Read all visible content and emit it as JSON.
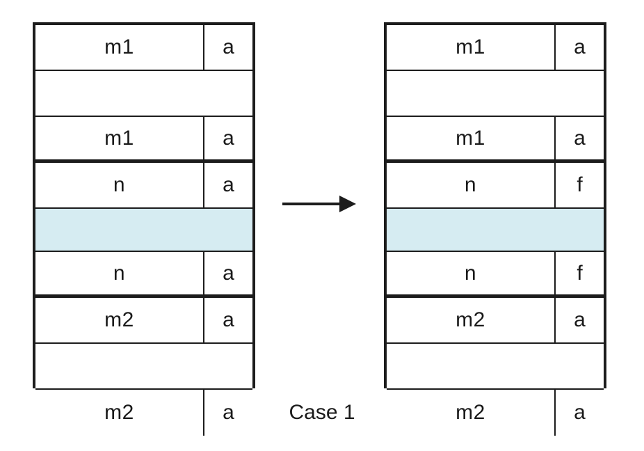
{
  "figure": {
    "caption": "Case 1",
    "arrow_label": "transforms-to-arrow",
    "colors": {
      "background": "#ffffff",
      "border": "#1c1c1c",
      "highlight": "#d6ecf2",
      "text": "#1a1a1a"
    }
  },
  "tables": [
    {
      "id": "before",
      "name": "before-table",
      "rows": [
        {
          "main": "m1",
          "tag": "a",
          "kind": "normal",
          "separator_below": false
        },
        {
          "main": "",
          "tag": "",
          "kind": "gap",
          "separator_below": false
        },
        {
          "main": "m1",
          "tag": "a",
          "kind": "normal",
          "separator_below": true
        },
        {
          "main": "n",
          "tag": "a",
          "kind": "normal",
          "separator_below": false
        },
        {
          "main": "",
          "tag": "",
          "kind": "highlight",
          "separator_below": false
        },
        {
          "main": "n",
          "tag": "a",
          "kind": "normal",
          "separator_below": true
        },
        {
          "main": "m2",
          "tag": "a",
          "kind": "normal",
          "separator_below": false
        },
        {
          "main": "",
          "tag": "",
          "kind": "gap",
          "separator_below": false
        },
        {
          "main": "m2",
          "tag": "a",
          "kind": "normal",
          "separator_below": false
        }
      ]
    },
    {
      "id": "after",
      "name": "after-table",
      "rows": [
        {
          "main": "m1",
          "tag": "a",
          "kind": "normal",
          "separator_below": false
        },
        {
          "main": "",
          "tag": "",
          "kind": "gap",
          "separator_below": false
        },
        {
          "main": "m1",
          "tag": "a",
          "kind": "normal",
          "separator_below": true
        },
        {
          "main": "n",
          "tag": "f",
          "kind": "normal",
          "separator_below": false
        },
        {
          "main": "",
          "tag": "",
          "kind": "highlight",
          "separator_below": false
        },
        {
          "main": "n",
          "tag": "f",
          "kind": "normal",
          "separator_below": true
        },
        {
          "main": "m2",
          "tag": "a",
          "kind": "normal",
          "separator_below": false
        },
        {
          "main": "",
          "tag": "",
          "kind": "gap",
          "separator_below": false
        },
        {
          "main": "m2",
          "tag": "a",
          "kind": "normal",
          "separator_below": false
        }
      ]
    }
  ]
}
